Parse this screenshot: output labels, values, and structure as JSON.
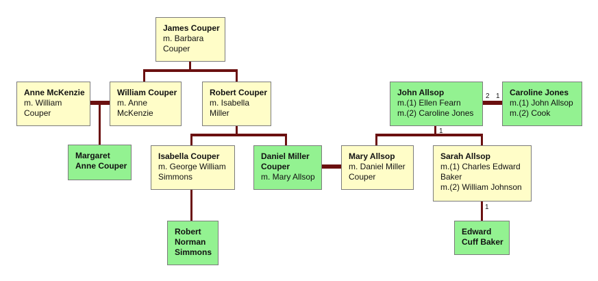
{
  "people": {
    "james_couper": {
      "name": "James Couper",
      "spouse": "m. Barbara Couper"
    },
    "anne_mckenzie": {
      "name": "Anne McKenzie",
      "spouse": "m. William Couper"
    },
    "william_couper": {
      "name": "William Couper",
      "spouse": "m. Anne McKenzie"
    },
    "robert_couper": {
      "name": "Robert Couper",
      "spouse": "m. Isabella Miller"
    },
    "margaret_anne_couper": {
      "name": "Margaret Anne Couper",
      "spouse": ""
    },
    "isabella_couper": {
      "name": "Isabella Couper",
      "spouse": "m. George William Simmons"
    },
    "daniel_miller_couper": {
      "name": "Daniel Miller Couper",
      "spouse": "m. Mary Allsop"
    },
    "robert_norman_simmons": {
      "name": "Robert Norman Simmons",
      "spouse": ""
    },
    "mary_allsop": {
      "name": "Mary Allsop",
      "spouse": "m. Daniel Miller Couper"
    },
    "john_allsop": {
      "name": "John Allsop",
      "spouse": "m.(1) Ellen Fearn\nm.(2) Caroline Jones"
    },
    "caroline_jones": {
      "name": "Caroline Jones",
      "spouse": "m.(1) John Allsop\nm.(2) Cook"
    },
    "sarah_allsop": {
      "name": "Sarah Allsop",
      "spouse": "m.(1) Charles Edward Baker\nm.(2) William Johnson"
    },
    "edward_cuff_baker": {
      "name": "Edward Cuff Baker",
      "spouse": ""
    }
  },
  "marriage_numbers": {
    "john_side": "2",
    "caroline_side": "1",
    "john_children": "1",
    "sarah_children": "1"
  },
  "colors": {
    "line": "#6b1010",
    "box_plain": "#fffdc8",
    "box_highlight": "#93f291",
    "border": "#7a7a7a"
  }
}
